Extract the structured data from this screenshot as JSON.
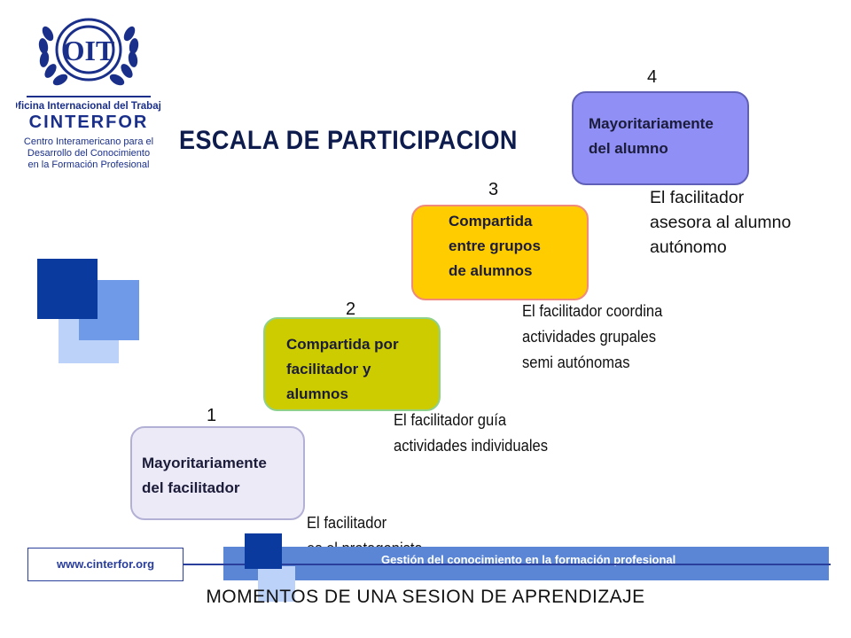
{
  "logo": {
    "letters": "OIT",
    "org_line": "Oficina Internacional del Trabajo",
    "brand": "CINTERFOR",
    "subtitle_lines": [
      "Centro Interamericano para el",
      "Desarrollo del Conocimiento",
      "en la Formación Profesional"
    ]
  },
  "title": "ESCALA DE PARTICIPACION",
  "steps": [
    {
      "number": "1",
      "box_lines": [
        "Mayoritariamente",
        "del facilitador"
      ],
      "desc_lines": [
        "El facilitador",
        "es el protagonista"
      ],
      "color": "#eceaf6",
      "border": "#b3b0d6"
    },
    {
      "number": "2",
      "box_lines": [
        "Compartida por",
        "facilitador y",
        "alumnos"
      ],
      "desc_lines": [
        "El facilitador guía",
        "actividades individuales"
      ],
      "color": "#cccc00",
      "border": "#8fd18a"
    },
    {
      "number": "3",
      "box_lines": [
        "Compartida",
        "entre grupos",
        "de alumnos"
      ],
      "desc_lines": [
        "El facilitador coordina",
        "actividades grupales",
        "semi autónomas"
      ],
      "color": "#ffcc00",
      "border": "#f08a7a"
    },
    {
      "number": "4",
      "box_lines": [
        "Mayoritariamente",
        "del alumno"
      ],
      "desc_lines": [
        "El facilitador",
        "asesora al alumno",
        "autónomo"
      ],
      "color": "#8f8ff5",
      "border": "#6060b8"
    }
  ],
  "footer": {
    "url": "www.cinterfor.org",
    "bar_text": "Gestión del conocimiento en la formación profesional"
  },
  "bottom_title": "MOMENTOS DE UNA SESION DE APRENDIZAJE",
  "colors": {
    "dark_blue": "#0b3a9e",
    "mid_blue": "#6f9ae8",
    "light_blue": "#bcd2f8",
    "footer_blue": "#5b86d6"
  }
}
